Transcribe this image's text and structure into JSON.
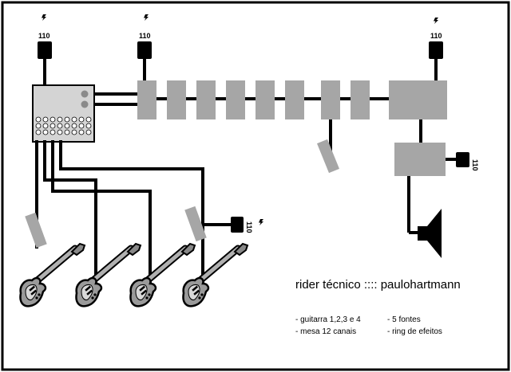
{
  "power_label": "110",
  "colors": {
    "border": "#000000",
    "equipment": "#a6a6a6",
    "mixer": "#d4d4d4",
    "wire": "#000000"
  },
  "icons": [
    "power-plug-icon",
    "lightning-icon",
    "guitar-icon",
    "speaker-icon",
    "mixer-icon",
    "effects-pedal-icon",
    "di-box-icon"
  ],
  "title": "rider técnico :::: paulohartmann",
  "legend": {
    "col1": [
      "- guitarra 1,2,3 e 4",
      "- mesa 12 canais"
    ],
    "col2": [
      "- 5 fontes",
      "- ring de efeitos"
    ]
  }
}
